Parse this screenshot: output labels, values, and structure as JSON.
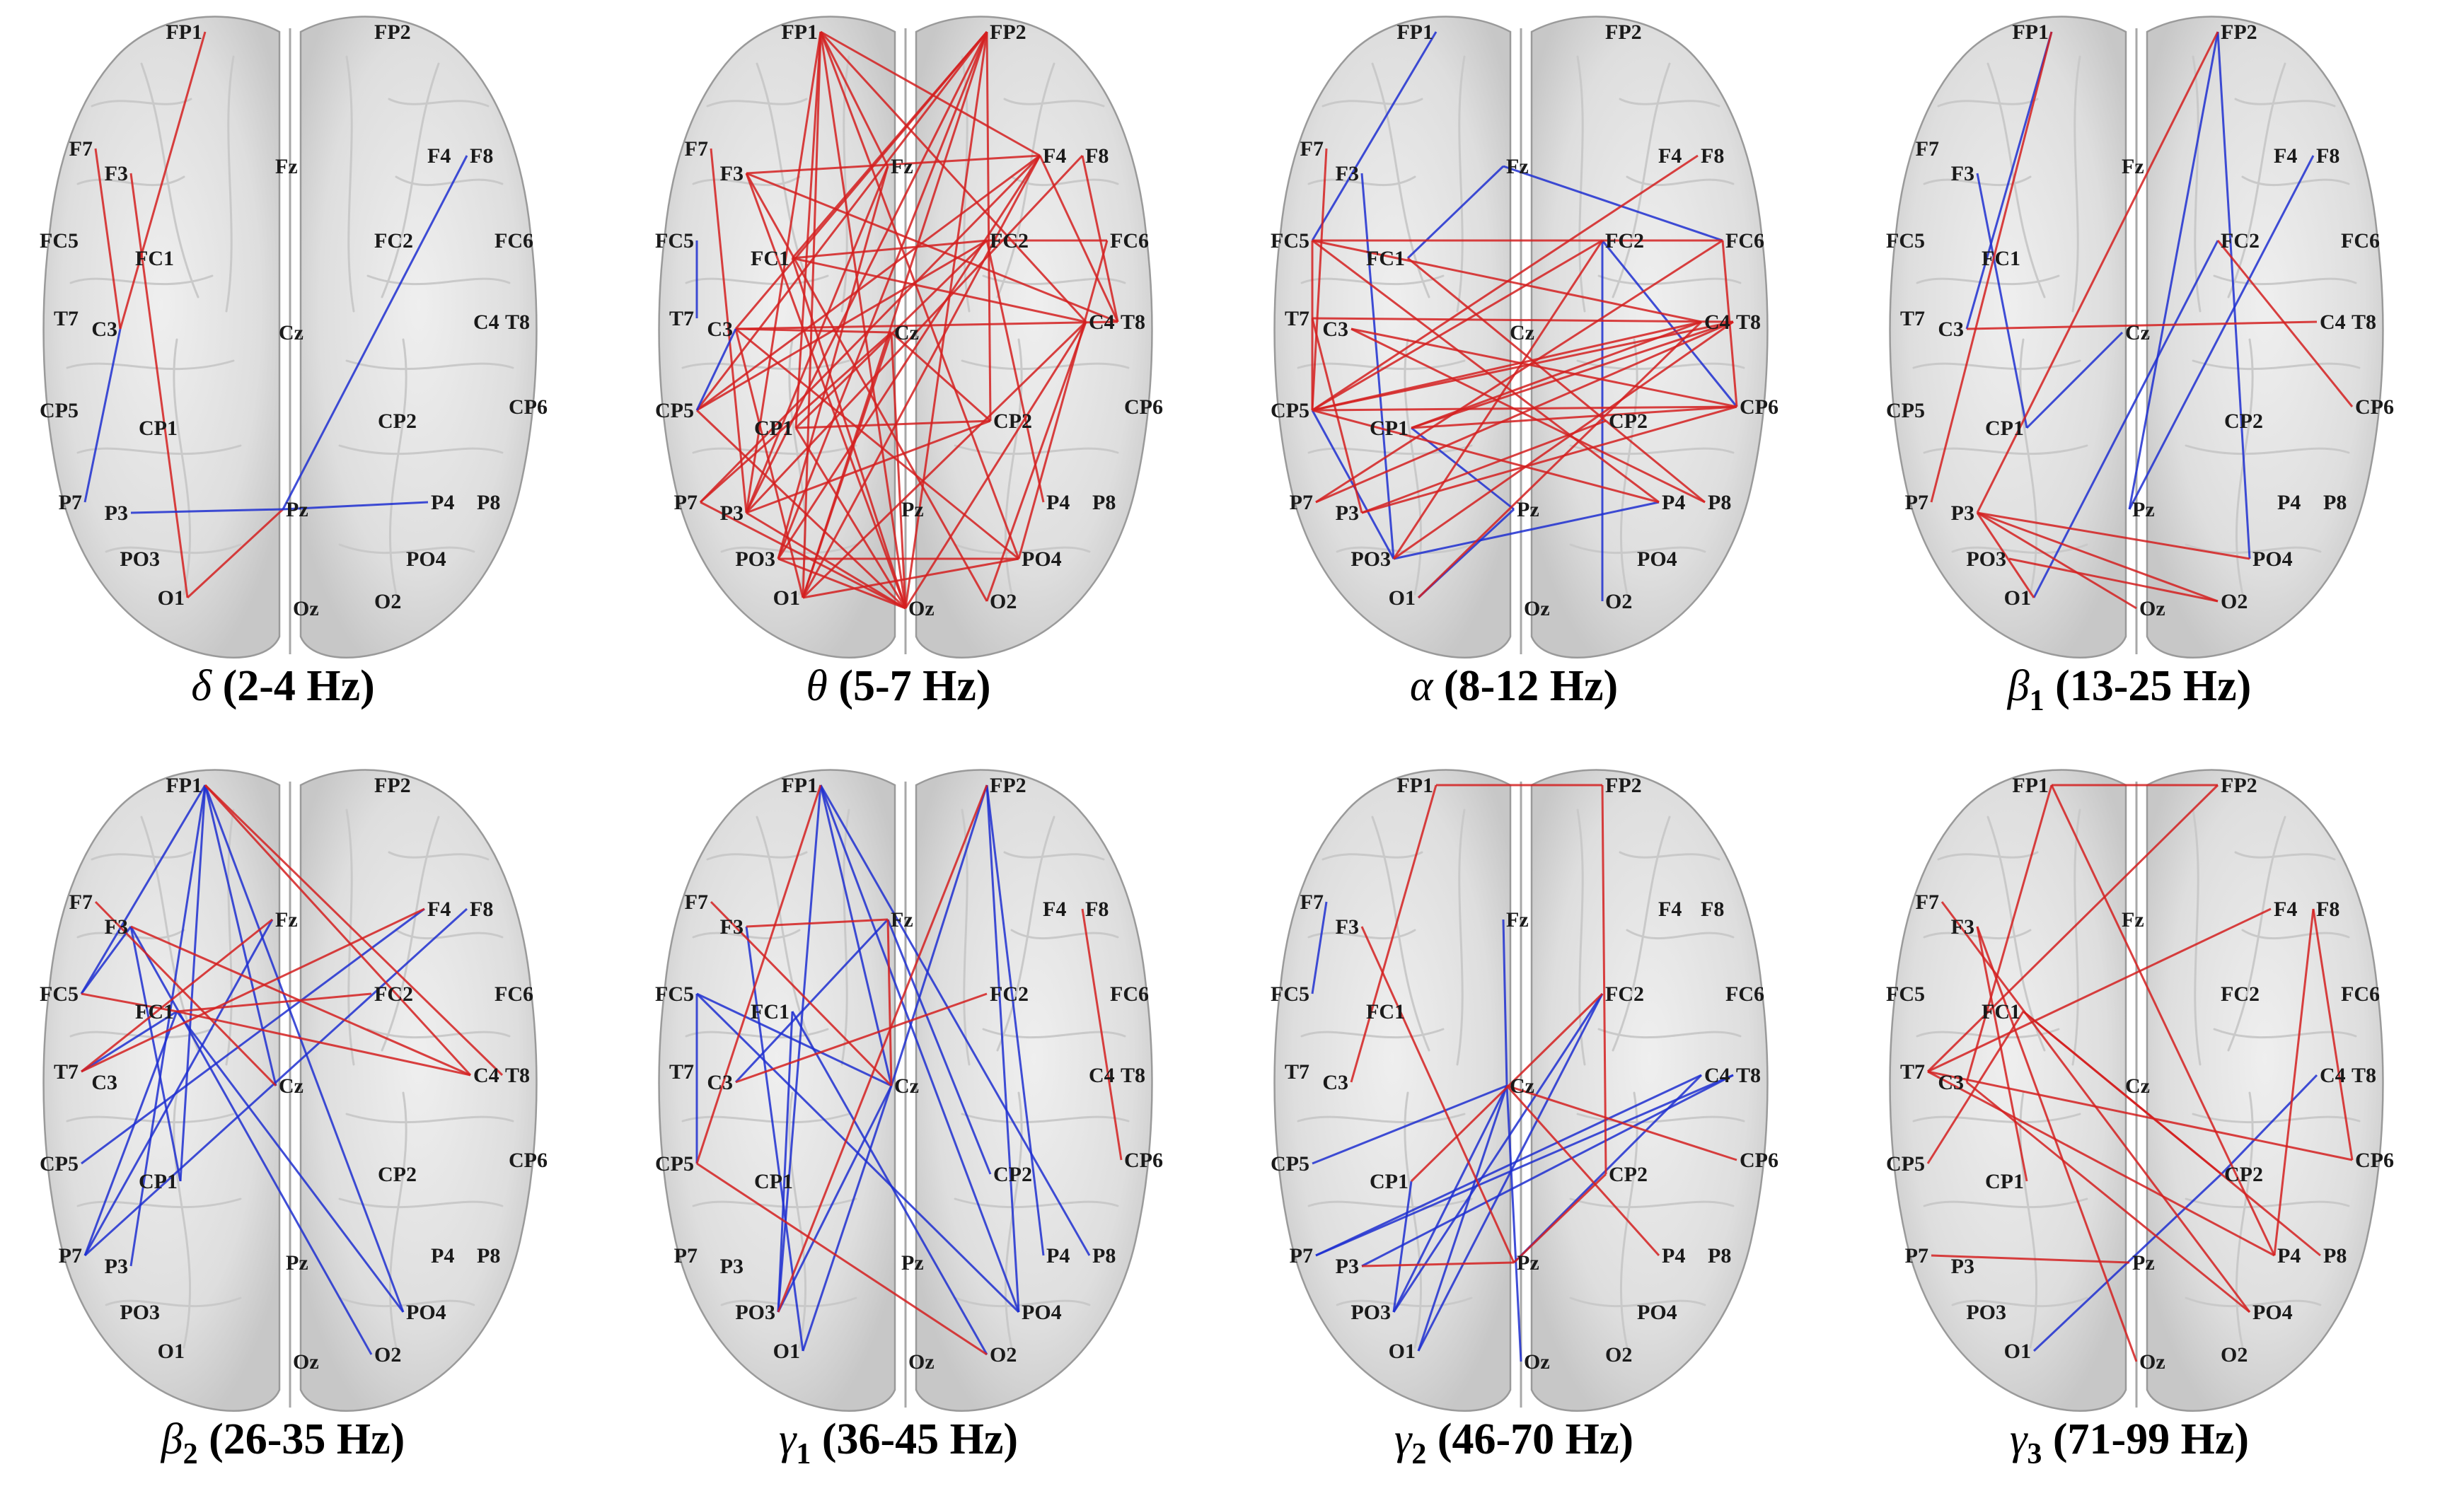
{
  "panels": [
    {
      "greek": "δ",
      "sub": "",
      "range": " (2-4 Hz)",
      "edges": [
        [
          "FP1",
          "C3",
          "r"
        ],
        [
          "F7",
          "C3",
          "r"
        ],
        [
          "F3",
          "O1",
          "r"
        ],
        [
          "O1",
          "Pz",
          "r"
        ],
        [
          "C3",
          "P7",
          "b"
        ],
        [
          "P3",
          "Pz",
          "b"
        ],
        [
          "Pz",
          "P4",
          "b"
        ],
        [
          "Pz",
          "F8",
          "b"
        ]
      ]
    },
    {
      "greek": "θ",
      "sub": "",
      "range": " (5-7 Hz)",
      "edges": [
        [
          "FP1",
          "O1",
          "r"
        ],
        [
          "FP1",
          "P3",
          "r"
        ],
        [
          "FP1",
          "Oz",
          "r"
        ],
        [
          "FP1",
          "PO4",
          "r"
        ],
        [
          "FP1",
          "F4",
          "r"
        ],
        [
          "FP1",
          "C4",
          "r"
        ],
        [
          "FP1",
          "CP1",
          "r"
        ],
        [
          "FP1",
          "Fz",
          "r"
        ],
        [
          "FP2",
          "PO3",
          "r"
        ],
        [
          "FP2",
          "C3",
          "r"
        ],
        [
          "FP2",
          "CP5",
          "r"
        ],
        [
          "FP2",
          "Oz",
          "r"
        ],
        [
          "FP2",
          "P3",
          "r"
        ],
        [
          "FP2",
          "FC1",
          "r"
        ],
        [
          "FP2",
          "O1",
          "r"
        ],
        [
          "FP2",
          "CP2",
          "r"
        ],
        [
          "F7",
          "P3",
          "r"
        ],
        [
          "F3",
          "Oz",
          "r"
        ],
        [
          "F3",
          "T8",
          "r"
        ],
        [
          "F3",
          "F4",
          "r"
        ],
        [
          "F3",
          "O2",
          "r"
        ],
        [
          "F4",
          "CP5",
          "r"
        ],
        [
          "F4",
          "PO3",
          "r"
        ],
        [
          "F4",
          "P7",
          "r"
        ],
        [
          "F4",
          "O1",
          "r"
        ],
        [
          "Fz",
          "PO3",
          "r"
        ],
        [
          "Fz",
          "P3",
          "r"
        ],
        [
          "FC1",
          "Oz",
          "r"
        ],
        [
          "FC1",
          "FC2",
          "r"
        ],
        [
          "FC1",
          "C4",
          "r"
        ],
        [
          "C3",
          "Cz",
          "r"
        ],
        [
          "C3",
          "PO4",
          "r"
        ],
        [
          "C3",
          "T8",
          "r"
        ],
        [
          "C3",
          "O1",
          "r"
        ],
        [
          "Cz",
          "O1",
          "r"
        ],
        [
          "Cz",
          "Oz",
          "r"
        ],
        [
          "Cz",
          "CP2",
          "r"
        ],
        [
          "Cz",
          "P7",
          "r"
        ],
        [
          "CP1",
          "CP2",
          "r"
        ],
        [
          "CP1",
          "Oz",
          "r"
        ],
        [
          "CP1",
          "FC2",
          "r"
        ],
        [
          "CP5",
          "FC2",
          "r"
        ],
        [
          "CP5",
          "Oz",
          "r"
        ],
        [
          "P7",
          "Oz",
          "r"
        ],
        [
          "P3",
          "Oz",
          "r"
        ],
        [
          "P3",
          "CP2",
          "r"
        ],
        [
          "P3",
          "F8",
          "r"
        ],
        [
          "PO3",
          "PO4",
          "r"
        ],
        [
          "PO3",
          "Oz",
          "r"
        ],
        [
          "O1",
          "PO4",
          "r"
        ],
        [
          "O1",
          "C4",
          "r"
        ],
        [
          "Oz",
          "C4",
          "r"
        ],
        [
          "O2",
          "C4",
          "r"
        ],
        [
          "P4",
          "FC2",
          "r"
        ],
        [
          "PO4",
          "FC6",
          "r"
        ],
        [
          "FC6",
          "FC2",
          "r"
        ],
        [
          "F8",
          "T8",
          "r"
        ],
        [
          "F4",
          "T8",
          "r"
        ],
        [
          "T7",
          "FC5",
          "b"
        ],
        [
          "CP5",
          "C3",
          "b"
        ]
      ]
    },
    {
      "greek": "α",
      "sub": "",
      "range": " (8-12 Hz)",
      "edges": [
        [
          "FP1",
          "FC5",
          "b"
        ],
        [
          "F3",
          "PO3",
          "b"
        ],
        [
          "Fz",
          "FC1",
          "b"
        ],
        [
          "Fz",
          "FC6",
          "b"
        ],
        [
          "FC2",
          "CP6",
          "b"
        ],
        [
          "FC2",
          "O2",
          "b"
        ],
        [
          "CP1",
          "Pz",
          "b"
        ],
        [
          "CP5",
          "PO3",
          "b"
        ],
        [
          "PO3",
          "P4",
          "b"
        ],
        [
          "O1",
          "Pz",
          "b"
        ],
        [
          "FC5",
          "FC6",
          "r"
        ],
        [
          "FC6",
          "CP6",
          "r"
        ],
        [
          "FC5",
          "CP5",
          "r"
        ],
        [
          "FC5",
          "C4",
          "r"
        ],
        [
          "FC5",
          "P4",
          "r"
        ],
        [
          "F7",
          "CP5",
          "r"
        ],
        [
          "T7",
          "T8",
          "r"
        ],
        [
          "T7",
          "P3",
          "r"
        ],
        [
          "CP5",
          "CP6",
          "r"
        ],
        [
          "CP5",
          "T8",
          "r"
        ],
        [
          "CP5",
          "FC2",
          "r"
        ],
        [
          "CP5",
          "P4",
          "r"
        ],
        [
          "C3",
          "CP6",
          "r"
        ],
        [
          "C3",
          "P8",
          "r"
        ],
        [
          "CP1",
          "T8",
          "r"
        ],
        [
          "CP1",
          "C4",
          "r"
        ],
        [
          "CP1",
          "CP6",
          "r"
        ],
        [
          "P7",
          "T8",
          "r"
        ],
        [
          "P3",
          "CP6",
          "r"
        ],
        [
          "P3",
          "CP2",
          "r"
        ],
        [
          "PO3",
          "FC2",
          "r"
        ],
        [
          "PO3",
          "T8",
          "r"
        ],
        [
          "O1",
          "C4",
          "r"
        ],
        [
          "FC1",
          "P8",
          "r"
        ],
        [
          "F8",
          "CP5",
          "r"
        ],
        [
          "P7",
          "FC6",
          "r"
        ],
        [
          "CP5",
          "C4",
          "r"
        ]
      ]
    },
    {
      "greek": "β",
      "sub": "1",
      "range": " (13-25 Hz)",
      "edges": [
        [
          "FP1",
          "C3",
          "b"
        ],
        [
          "FP2",
          "Pz",
          "b"
        ],
        [
          "FP2",
          "PO4",
          "b"
        ],
        [
          "F3",
          "CP1",
          "b"
        ],
        [
          "CP1",
          "Cz",
          "b"
        ],
        [
          "Pz",
          "F8",
          "b"
        ],
        [
          "O1",
          "FC2",
          "b"
        ],
        [
          "FP1",
          "P7",
          "r"
        ],
        [
          "FP2",
          "P3",
          "r"
        ],
        [
          "C3",
          "C4",
          "r"
        ],
        [
          "FC2",
          "CP6",
          "r"
        ],
        [
          "P3",
          "PO4",
          "r"
        ],
        [
          "P3",
          "Oz",
          "r"
        ],
        [
          "P3",
          "O2",
          "r"
        ],
        [
          "P3",
          "O1",
          "r"
        ],
        [
          "PO3",
          "O2",
          "r"
        ]
      ]
    },
    {
      "greek": "β",
      "sub": "2",
      "range": " (26-35 Hz)",
      "edges": [
        [
          "FP1",
          "FC5",
          "b"
        ],
        [
          "FP1",
          "P3",
          "b"
        ],
        [
          "FP1",
          "CP1",
          "b"
        ],
        [
          "FP1",
          "PO4",
          "b"
        ],
        [
          "FP1",
          "Cz",
          "b"
        ],
        [
          "FC5",
          "F3",
          "b"
        ],
        [
          "F3",
          "CP1",
          "b"
        ],
        [
          "F3",
          "O2",
          "b"
        ],
        [
          "FC1",
          "PO4",
          "b"
        ],
        [
          "FC1",
          "P7",
          "b"
        ],
        [
          "FC1",
          "T7",
          "b"
        ],
        [
          "F4",
          "CP5",
          "b"
        ],
        [
          "F8",
          "P7",
          "b"
        ],
        [
          "Fz",
          "P7",
          "b"
        ],
        [
          "FP1",
          "C4",
          "r"
        ],
        [
          "FP1",
          "T8",
          "r"
        ],
        [
          "F3",
          "C4",
          "r"
        ],
        [
          "F7",
          "Cz",
          "r"
        ],
        [
          "T7",
          "F4",
          "r"
        ],
        [
          "T7",
          "Fz",
          "r"
        ],
        [
          "FC1",
          "C4",
          "r"
        ],
        [
          "FC1",
          "FC2",
          "r"
        ],
        [
          "FC5",
          "FC1",
          "r"
        ]
      ]
    },
    {
      "greek": "γ",
      "sub": "1",
      "range": " (36-45 Hz)",
      "edges": [
        [
          "FP1",
          "PO3",
          "b"
        ],
        [
          "FP1",
          "Cz",
          "b"
        ],
        [
          "FP1",
          "PO4",
          "b"
        ],
        [
          "FP1",
          "P8",
          "b"
        ],
        [
          "FP2",
          "Cz",
          "b"
        ],
        [
          "FP2",
          "PO4",
          "b"
        ],
        [
          "FP2",
          "P4",
          "b"
        ],
        [
          "FC5",
          "Cz",
          "b"
        ],
        [
          "FC5",
          "PO4",
          "b"
        ],
        [
          "F3",
          "O1",
          "b"
        ],
        [
          "FC1",
          "O2",
          "b"
        ],
        [
          "Cz",
          "PO3",
          "b"
        ],
        [
          "Cz",
          "O1",
          "b"
        ],
        [
          "PO3",
          "FC1",
          "b"
        ],
        [
          "Fz",
          "CP2",
          "b"
        ],
        [
          "Fz",
          "C3",
          "b"
        ],
        [
          "FC5",
          "CP5",
          "b"
        ],
        [
          "F7",
          "Cz",
          "r"
        ],
        [
          "F3",
          "Fz",
          "r"
        ],
        [
          "FP1",
          "CP5",
          "r"
        ],
        [
          "C3",
          "FC2",
          "r"
        ],
        [
          "CP5",
          "O2",
          "r"
        ],
        [
          "F8",
          "CP6",
          "r"
        ],
        [
          "PO3",
          "FP2",
          "r"
        ],
        [
          "Fz",
          "Cz",
          "r"
        ]
      ]
    },
    {
      "greek": "γ",
      "sub": "2",
      "range": " (46-70 Hz)",
      "edges": [
        [
          "Fz",
          "Cz",
          "b"
        ],
        [
          "F7",
          "FC5",
          "b"
        ],
        [
          "Cz",
          "PO3",
          "b"
        ],
        [
          "Cz",
          "O1",
          "b"
        ],
        [
          "Cz",
          "Oz",
          "b"
        ],
        [
          "Cz",
          "CP5",
          "b"
        ],
        [
          "T8",
          "P7",
          "b"
        ],
        [
          "T8",
          "P3",
          "b"
        ],
        [
          "C4",
          "Pz",
          "b"
        ],
        [
          "FC2",
          "PO3",
          "b"
        ],
        [
          "FC2",
          "O1",
          "b"
        ],
        [
          "CP1",
          "PO3",
          "b"
        ],
        [
          "P7",
          "C4",
          "b"
        ],
        [
          "FP1",
          "FP2",
          "r"
        ],
        [
          "FP2",
          "CP2",
          "r"
        ],
        [
          "FP1",
          "C3",
          "r"
        ],
        [
          "F3",
          "Pz",
          "r"
        ],
        [
          "FC2",
          "CP1",
          "r"
        ],
        [
          "Cz",
          "CP6",
          "r"
        ],
        [
          "Cz",
          "P4",
          "r"
        ],
        [
          "CP2",
          "Pz",
          "r"
        ],
        [
          "P3",
          "Pz",
          "r"
        ]
      ]
    },
    {
      "greek": "γ",
      "sub": "3",
      "range": " (71-99 Hz)",
      "edges": [
        [
          "CP2",
          "O1",
          "b"
        ],
        [
          "C4",
          "CP2",
          "b"
        ],
        [
          "FP1",
          "FP2",
          "r"
        ],
        [
          "FP1",
          "P4",
          "r"
        ],
        [
          "FP1",
          "C3",
          "r"
        ],
        [
          "FP2",
          "T7",
          "r"
        ],
        [
          "F3",
          "Oz",
          "r"
        ],
        [
          "F3",
          "CP1",
          "r"
        ],
        [
          "F7",
          "PO4",
          "r"
        ],
        [
          "F4",
          "T7",
          "r"
        ],
        [
          "F8",
          "CP6",
          "r"
        ],
        [
          "F8",
          "P4",
          "r"
        ],
        [
          "T7",
          "CP6",
          "r"
        ],
        [
          "T7",
          "P4",
          "r"
        ],
        [
          "C3",
          "PO4",
          "r"
        ],
        [
          "FC1",
          "P8",
          "r"
        ],
        [
          "FC1",
          "CP2",
          "r"
        ],
        [
          "P7",
          "Pz",
          "r"
        ],
        [
          "CP5",
          "FC1",
          "r"
        ]
      ]
    }
  ],
  "electrode_names": [
    "FP1",
    "FP2",
    "F7",
    "F3",
    "Fz",
    "F4",
    "F8",
    "FC5",
    "FC1",
    "FC2",
    "FC6",
    "T7",
    "C3",
    "Cz",
    "C4",
    "T8",
    "CP5",
    "CP1",
    "CP2",
    "CP6",
    "P7",
    "P3",
    "Pz",
    "P4",
    "P8",
    "PO3",
    "PO4",
    "O1",
    "Oz",
    "O2"
  ],
  "colors": {
    "red_edge": "#d42020",
    "blue_edge": "#1f2fd0",
    "label": "#1a1a1a",
    "brain_fill": "#e1e1e1",
    "brain_outline": "#9a9a9a"
  }
}
